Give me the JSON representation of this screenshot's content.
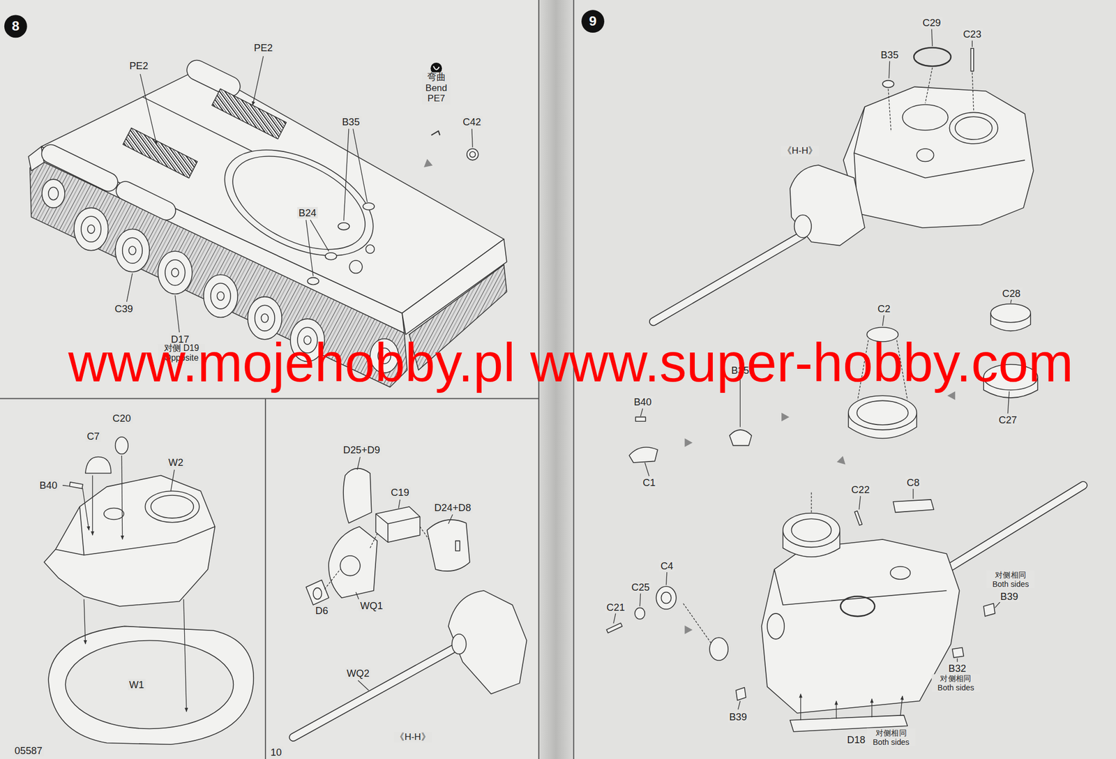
{
  "diagram": {
    "nodes": [
      {
        "text": [
          "8"
        ]
      },
      {
        "text": [
          "9"
        ]
      }
    ],
    "labels": [
      "PE2",
      "PE2",
      "弯曲 Bend PE7",
      "C42",
      "B35",
      "B24",
      "C39",
      "D17",
      "对侧 D19 Opposite",
      "C20",
      "C7",
      "B40",
      "W2",
      "W1",
      "D25+D9",
      "C19",
      "D24+D8",
      "D6",
      "WQ1",
      "WQ2",
      "《H-H》",
      "05587",
      "10",
      "C29",
      "C23",
      "B35",
      "《H-H》",
      "C2",
      "C28",
      "B35",
      "B40",
      "C1",
      "C27",
      "C22",
      "C8",
      "C4",
      "C25",
      "C21",
      "对侧相同 Both sides",
      "B39",
      "B32",
      "对侧相同 Both sides",
      "B39",
      "D18",
      "对侧相同 Both sides",
      "www.mojehobby.pl www.super-hobby.com"
    ]
  }
}
